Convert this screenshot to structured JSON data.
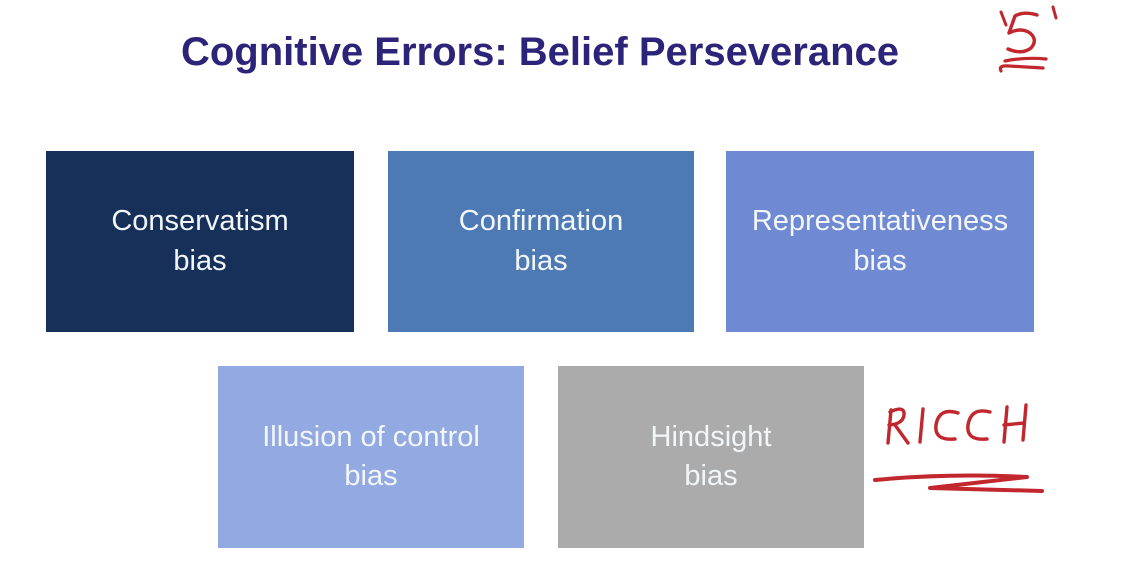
{
  "title": "Cognitive Errors: Belief Perseverance",
  "boxes": [
    {
      "label": "Conservatism\nbias",
      "color": "#16305a"
    },
    {
      "label": "Confirmation\nbias",
      "color": "#4d7ab5"
    },
    {
      "label": "Representativeness\nbias",
      "color": "#6f89d3"
    },
    {
      "label": "Illusion of control\nbias",
      "color": "#92aae1"
    },
    {
      "label": "Hindsight\nbias",
      "color": "#ababab"
    }
  ],
  "annotations": {
    "grade": "'5'",
    "mnemonic": "RICCH",
    "ink_color": "#c1272d"
  },
  "colors": {
    "title": "#2b2478",
    "box_text": "#f2f6f9",
    "background": "#ffffff"
  }
}
